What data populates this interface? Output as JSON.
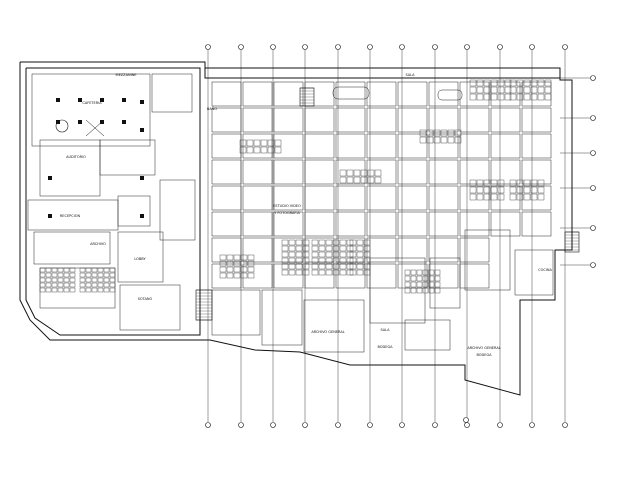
{
  "room_labels": {
    "estudio_video": "ESTUDIO VIDEO",
    "fotografia": "Y FOTOGRAFIA",
    "archivo_general": "ARCHIVO GENERAL",
    "archivo_general_2": "ARCHIVO GENERAL",
    "bodega": "BODEGA",
    "bodega_2": "BODEGA",
    "sala": "SALA",
    "sala_2": "SALA",
    "cafeteria": "CAFETERIA",
    "auditorio": "AUDITORIO",
    "recepcion": "RECEPCION",
    "lobby": "LOBBY",
    "archivo": "ARCHIVO",
    "sotano": "SOTANO",
    "mezzanine": "MEZZANINE",
    "bano": "BAÑO",
    "cocina": "COCINA"
  },
  "colors": {
    "line": "#111111",
    "background": "#ffffff"
  }
}
